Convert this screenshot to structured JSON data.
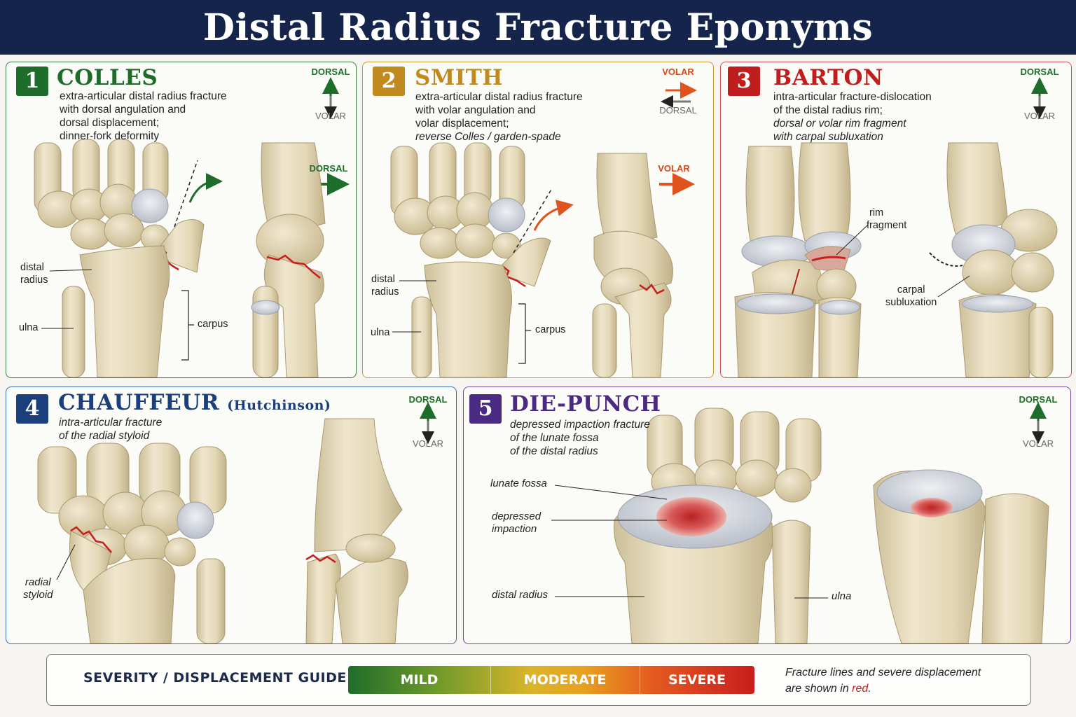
{
  "title": "Distal Radius Fracture Eponyms",
  "colors": {
    "header": "#14244a",
    "green": "#1f6d2a",
    "gold": "#c08a1e",
    "red": "#c01e1e",
    "blue": "#1b3f7a",
    "purple": "#4a2a82",
    "fracture": "#c81e1e",
    "bone": "#e9dfc4"
  },
  "panels": {
    "colles": {
      "number": "1",
      "name": "COLLES",
      "desc": [
        "extra-articular distal radius fracture",
        "with dorsal angulation and",
        "dorsal displacement;",
        "dinner-fork deformity"
      ],
      "orient_top": "DORSAL",
      "orient_bottom": "VOLAR",
      "arrow_label": "DORSAL",
      "labels": {
        "distal_radius": [
          "distal",
          "radius"
        ],
        "ulna": "ulna",
        "carpus": "carpus"
      }
    },
    "smith": {
      "number": "2",
      "name": "SMITH",
      "desc": [
        "extra-articular distal radius fracture",
        "with volar angulation and",
        "volar displacement;",
        "reverse Colles / garden-spade"
      ],
      "orient_top": "VOLAR",
      "orient_bottom": "DORSAL",
      "arrow_label": "VOLAR",
      "labels": {
        "distal_radius": [
          "distal",
          "radius"
        ],
        "ulna": "ulna",
        "carpus": "carpus"
      }
    },
    "barton": {
      "number": "3",
      "name": "BARTON",
      "desc": [
        "intra-articular fracture-dislocation",
        "of the distal radius rim;",
        "dorsal or volar rim fragment",
        "with carpal subluxation"
      ],
      "orient_top": "DORSAL",
      "orient_bottom": "VOLAR",
      "labels": {
        "rim_fragment": [
          "rim",
          "fragment"
        ],
        "carpal_subluxation": [
          "carpal",
          "subluxation"
        ]
      }
    },
    "chauffeur": {
      "number": "4",
      "name": "CHAUFFEUR",
      "subname": "(Hutchinson)",
      "desc": [
        "intra-articular fracture",
        "of the radial styloid"
      ],
      "orient_top": "DORSAL",
      "orient_bottom": "VOLAR",
      "labels": {
        "radial_styloid": [
          "radial",
          "styloid"
        ]
      }
    },
    "diepunch": {
      "number": "5",
      "name": "DIE-PUNCH",
      "desc": [
        "depressed impaction fracture",
        "of the lunate fossa",
        "of the distal radius"
      ],
      "orient_top": "DORSAL",
      "orient_bottom": "VOLAR",
      "labels": {
        "lunate_fossa": "lunate fossa",
        "depressed_impaction": [
          "depressed",
          "impaction"
        ],
        "distal_radius": "distal radius",
        "ulna": "ulna"
      }
    }
  },
  "guide": {
    "title": "SEVERITY / DISPLACEMENT GUIDE",
    "levels": [
      "MILD",
      "MODERATE",
      "SEVERE"
    ],
    "note_line1": "Fracture lines and severe displacement",
    "note_line2_pre": "are shown in ",
    "note_line2_red": "red",
    "note_line2_post": "."
  }
}
